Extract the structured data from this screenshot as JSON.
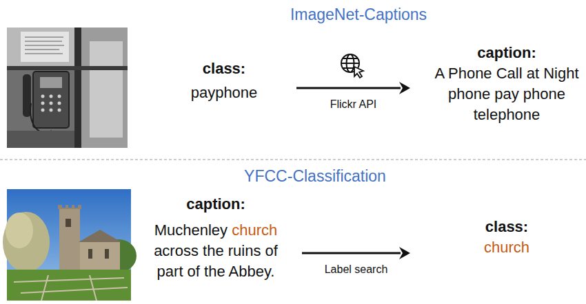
{
  "diagram": {
    "nodes": [
      {
        "text": [
          "class:",
          "payphone"
        ]
      },
      {
        "text": [
          "caption:",
          "A Phone Call at Night phone pay phone telephone"
        ]
      },
      {
        "text": [
          "caption:",
          "Muchenley church across the ruins of part of the Abbey."
        ]
      },
      {
        "text": [
          "class:",
          "church"
        ]
      }
    ],
    "edges": [
      {
        "from": 0,
        "to": 1,
        "label": "Flickr API",
        "arrow": "to"
      },
      {
        "from": 2,
        "to": 3,
        "label": "Label search",
        "arrow": "to"
      }
    ],
    "labels": [
      "ImageNet-Captions",
      "YFCC-Classification"
    ]
  }
}
